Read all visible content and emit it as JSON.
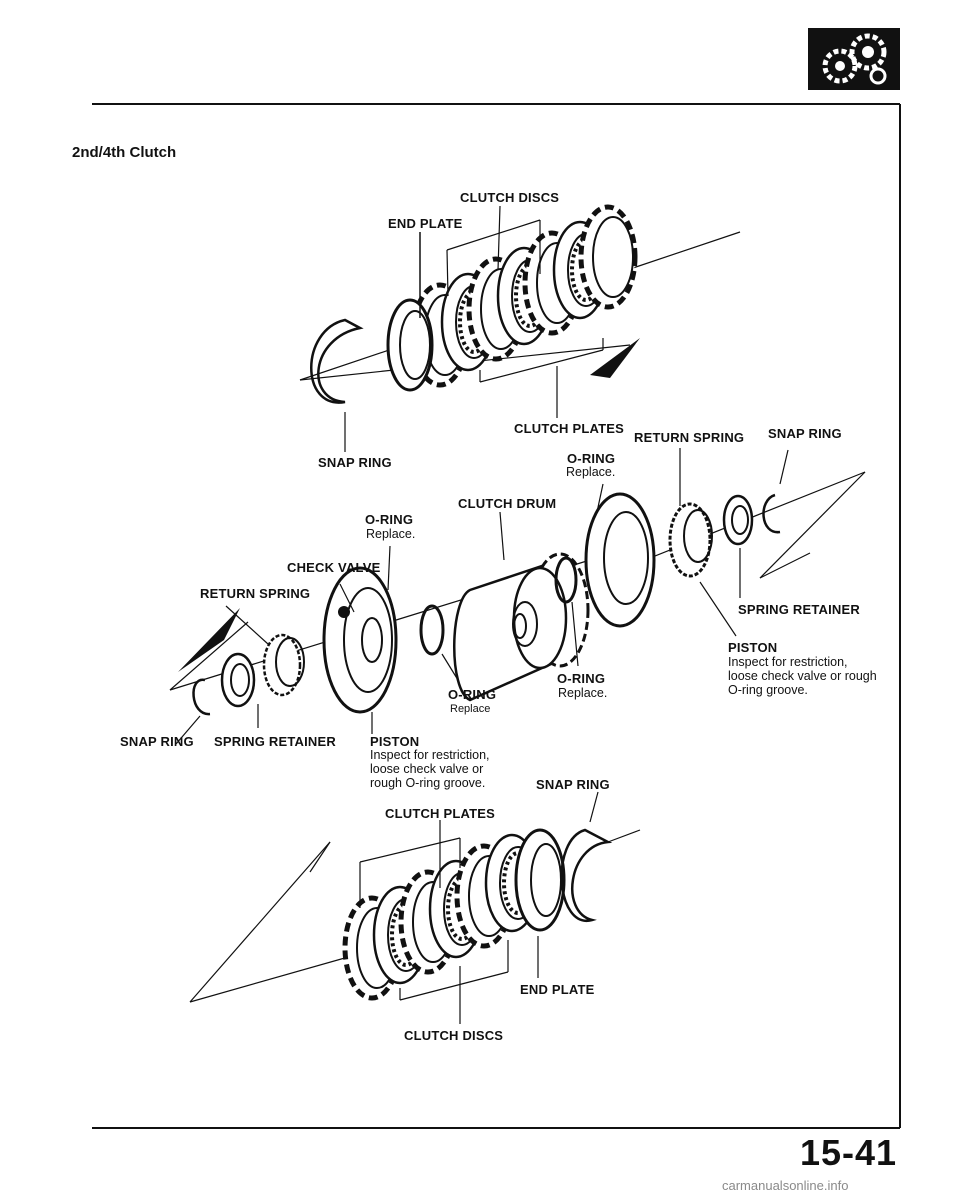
{
  "section_title": "2nd/4th Clutch",
  "page_number": "15-41",
  "watermark": "carmanualsonline.info",
  "logo_icon": "gears-icon",
  "labels": {
    "clutch_discs_top": "CLUTCH DISCS",
    "end_plate_top": "END PLATE",
    "snap_ring_left_top": "SNAP RING",
    "clutch_plates_top": "CLUTCH PLATES",
    "return_spring_right": "RETURN SPRING",
    "snap_ring_right": "SNAP RING",
    "oring_right": "O-RING",
    "oring_right_note": "Replace.",
    "clutch_drum": "CLUTCH DRUM",
    "oring_left": "O-RING",
    "oring_left_note": "Replace.",
    "check_valve": "CHECK VALVE",
    "return_spring_left": "RETURN SPRING",
    "spring_retainer_right": "SPRING RETAINER",
    "piston_right": "PISTON",
    "piston_right_note": "Inspect for restriction, loose check valve or rough O-ring groove.",
    "oring_center": "O-RING",
    "oring_center_note": "Replace.",
    "oring_lower": "O-RING",
    "oring_lower_note": "Replace",
    "snap_ring_bottom_left": "SNAP RING",
    "spring_retainer_left": "SPRING RETAINER",
    "piston_left": "PISTON",
    "piston_left_note": "Inspect for restriction, loose check valve or rough O-ring groove.",
    "snap_ring_bottom": "SNAP RING",
    "clutch_plates_bottom": "CLUTCH PLATES",
    "end_plate_bottom": "END PLATE",
    "clutch_discs_bottom": "CLUTCH DISCS"
  }
}
